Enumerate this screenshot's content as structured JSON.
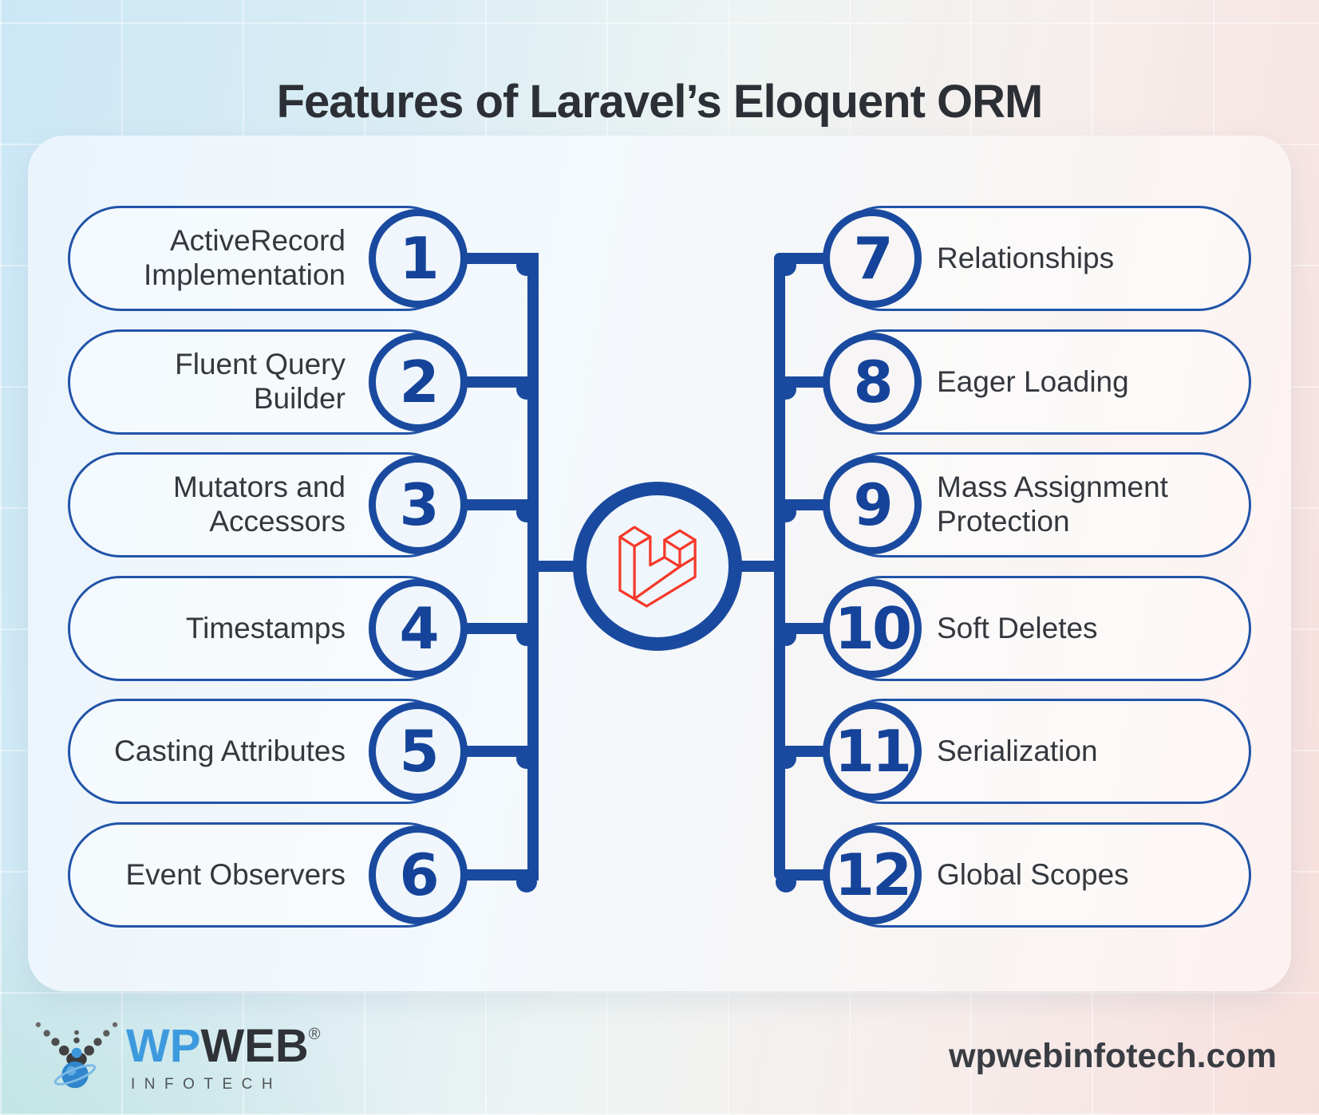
{
  "title": "Features of Laravel’s Eloquent ORM",
  "features": {
    "left": [
      {
        "num": "1",
        "label": "ActiveRecord Implementation"
      },
      {
        "num": "2",
        "label": "Fluent Query Builder"
      },
      {
        "num": "3",
        "label": "Mutators and Accessors"
      },
      {
        "num": "4",
        "label": "Timestamps"
      },
      {
        "num": "5",
        "label": "Casting Attributes"
      },
      {
        "num": "6",
        "label": "Event Observers"
      }
    ],
    "right": [
      {
        "num": "7",
        "label": "Relationships"
      },
      {
        "num": "8",
        "label": "Eager Loading"
      },
      {
        "num": "9",
        "label": "Mass Assignment Protection"
      },
      {
        "num": "10",
        "label": "Soft Deletes"
      },
      {
        "num": "11",
        "label": "Serialization"
      },
      {
        "num": "12",
        "label": "Global Scopes"
      }
    ]
  },
  "center": {
    "icon": "laravel-logo"
  },
  "footer": {
    "brand_wp": "WP",
    "brand_web": "WEB",
    "registered": "®",
    "tagline": "INFOTECH",
    "website": "wpwebinfotech.com"
  },
  "colors": {
    "primary_blue": "#1a4a9f",
    "laravel_red": "#f5392b",
    "text_dark": "#34383e",
    "brand_blue": "#3e9ade"
  }
}
